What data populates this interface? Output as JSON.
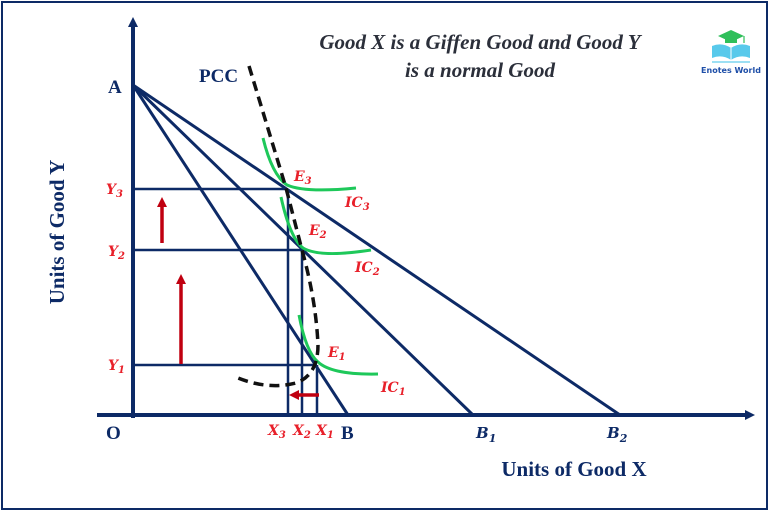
{
  "title": {
    "line1": "Good X is a Giffen Good and Good Y",
    "line2": "is a normal Good"
  },
  "logo": {
    "text": "Enotes World",
    "icon": "book-graduation-cap-icon"
  },
  "axes": {
    "x_label": "Units of Good X",
    "y_label": "Units of Good Y",
    "origin_label": "O"
  },
  "points": {
    "A": "A",
    "B": "B",
    "B1": {
      "base": "B",
      "sub": "1"
    },
    "B2": {
      "base": "B",
      "sub": "2"
    },
    "PCC": "PCC"
  },
  "equilibria": [
    {
      "base": "E",
      "sub": "1"
    },
    {
      "base": "E",
      "sub": "2"
    },
    {
      "base": "E",
      "sub": "3"
    }
  ],
  "indifference_curves": [
    {
      "base": "IC",
      "sub": "1"
    },
    {
      "base": "IC",
      "sub": "2"
    },
    {
      "base": "IC",
      "sub": "3"
    }
  ],
  "y_ticks": [
    {
      "base": "Y",
      "sub": "1"
    },
    {
      "base": "Y",
      "sub": "2"
    },
    {
      "base": "Y",
      "sub": "3"
    }
  ],
  "x_ticks": [
    {
      "base": "X",
      "sub": "3"
    },
    {
      "base": "X",
      "sub": "2"
    },
    {
      "base": "X",
      "sub": "1"
    }
  ],
  "colors": {
    "axis": "#0d2a66",
    "budget_line": "#0d2a66",
    "indifference_curve": "#1ec85a",
    "pcc": "#111111",
    "labels_red": "#e8202a",
    "arrow_red": "#c00010"
  }
}
